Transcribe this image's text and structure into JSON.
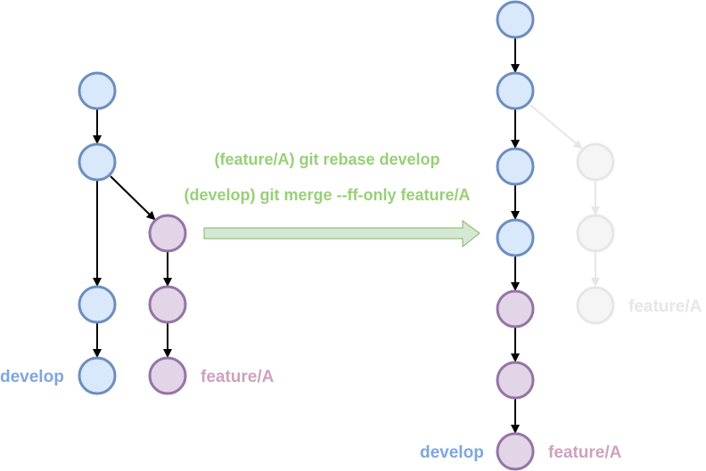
{
  "commands": {
    "rebase": "(feature/A) git rebase develop",
    "merge": "(develop) git merge --ff-only feature/A"
  },
  "before": {
    "develop_label": "develop",
    "feature_label": "feature/A"
  },
  "after": {
    "develop_label": "develop",
    "feature_label": "feature/A",
    "old_feature_label": "feature/A"
  },
  "colors": {
    "develop_fill": "#dae8fc",
    "develop_stroke": "#6c8ebf",
    "develop_text": "#7ea6e0",
    "feature_fill": "#e1d5e7",
    "feature_stroke": "#9673a6",
    "feature_text": "#cda2be",
    "ghost_fill": "#f5f5f5",
    "ghost_stroke": "#e6e6e6",
    "ghost_text": "#e6e6e6",
    "command_text": "#97d077",
    "arrow_fill": "#d5e8d4",
    "arrow_stroke": "#82b366"
  }
}
